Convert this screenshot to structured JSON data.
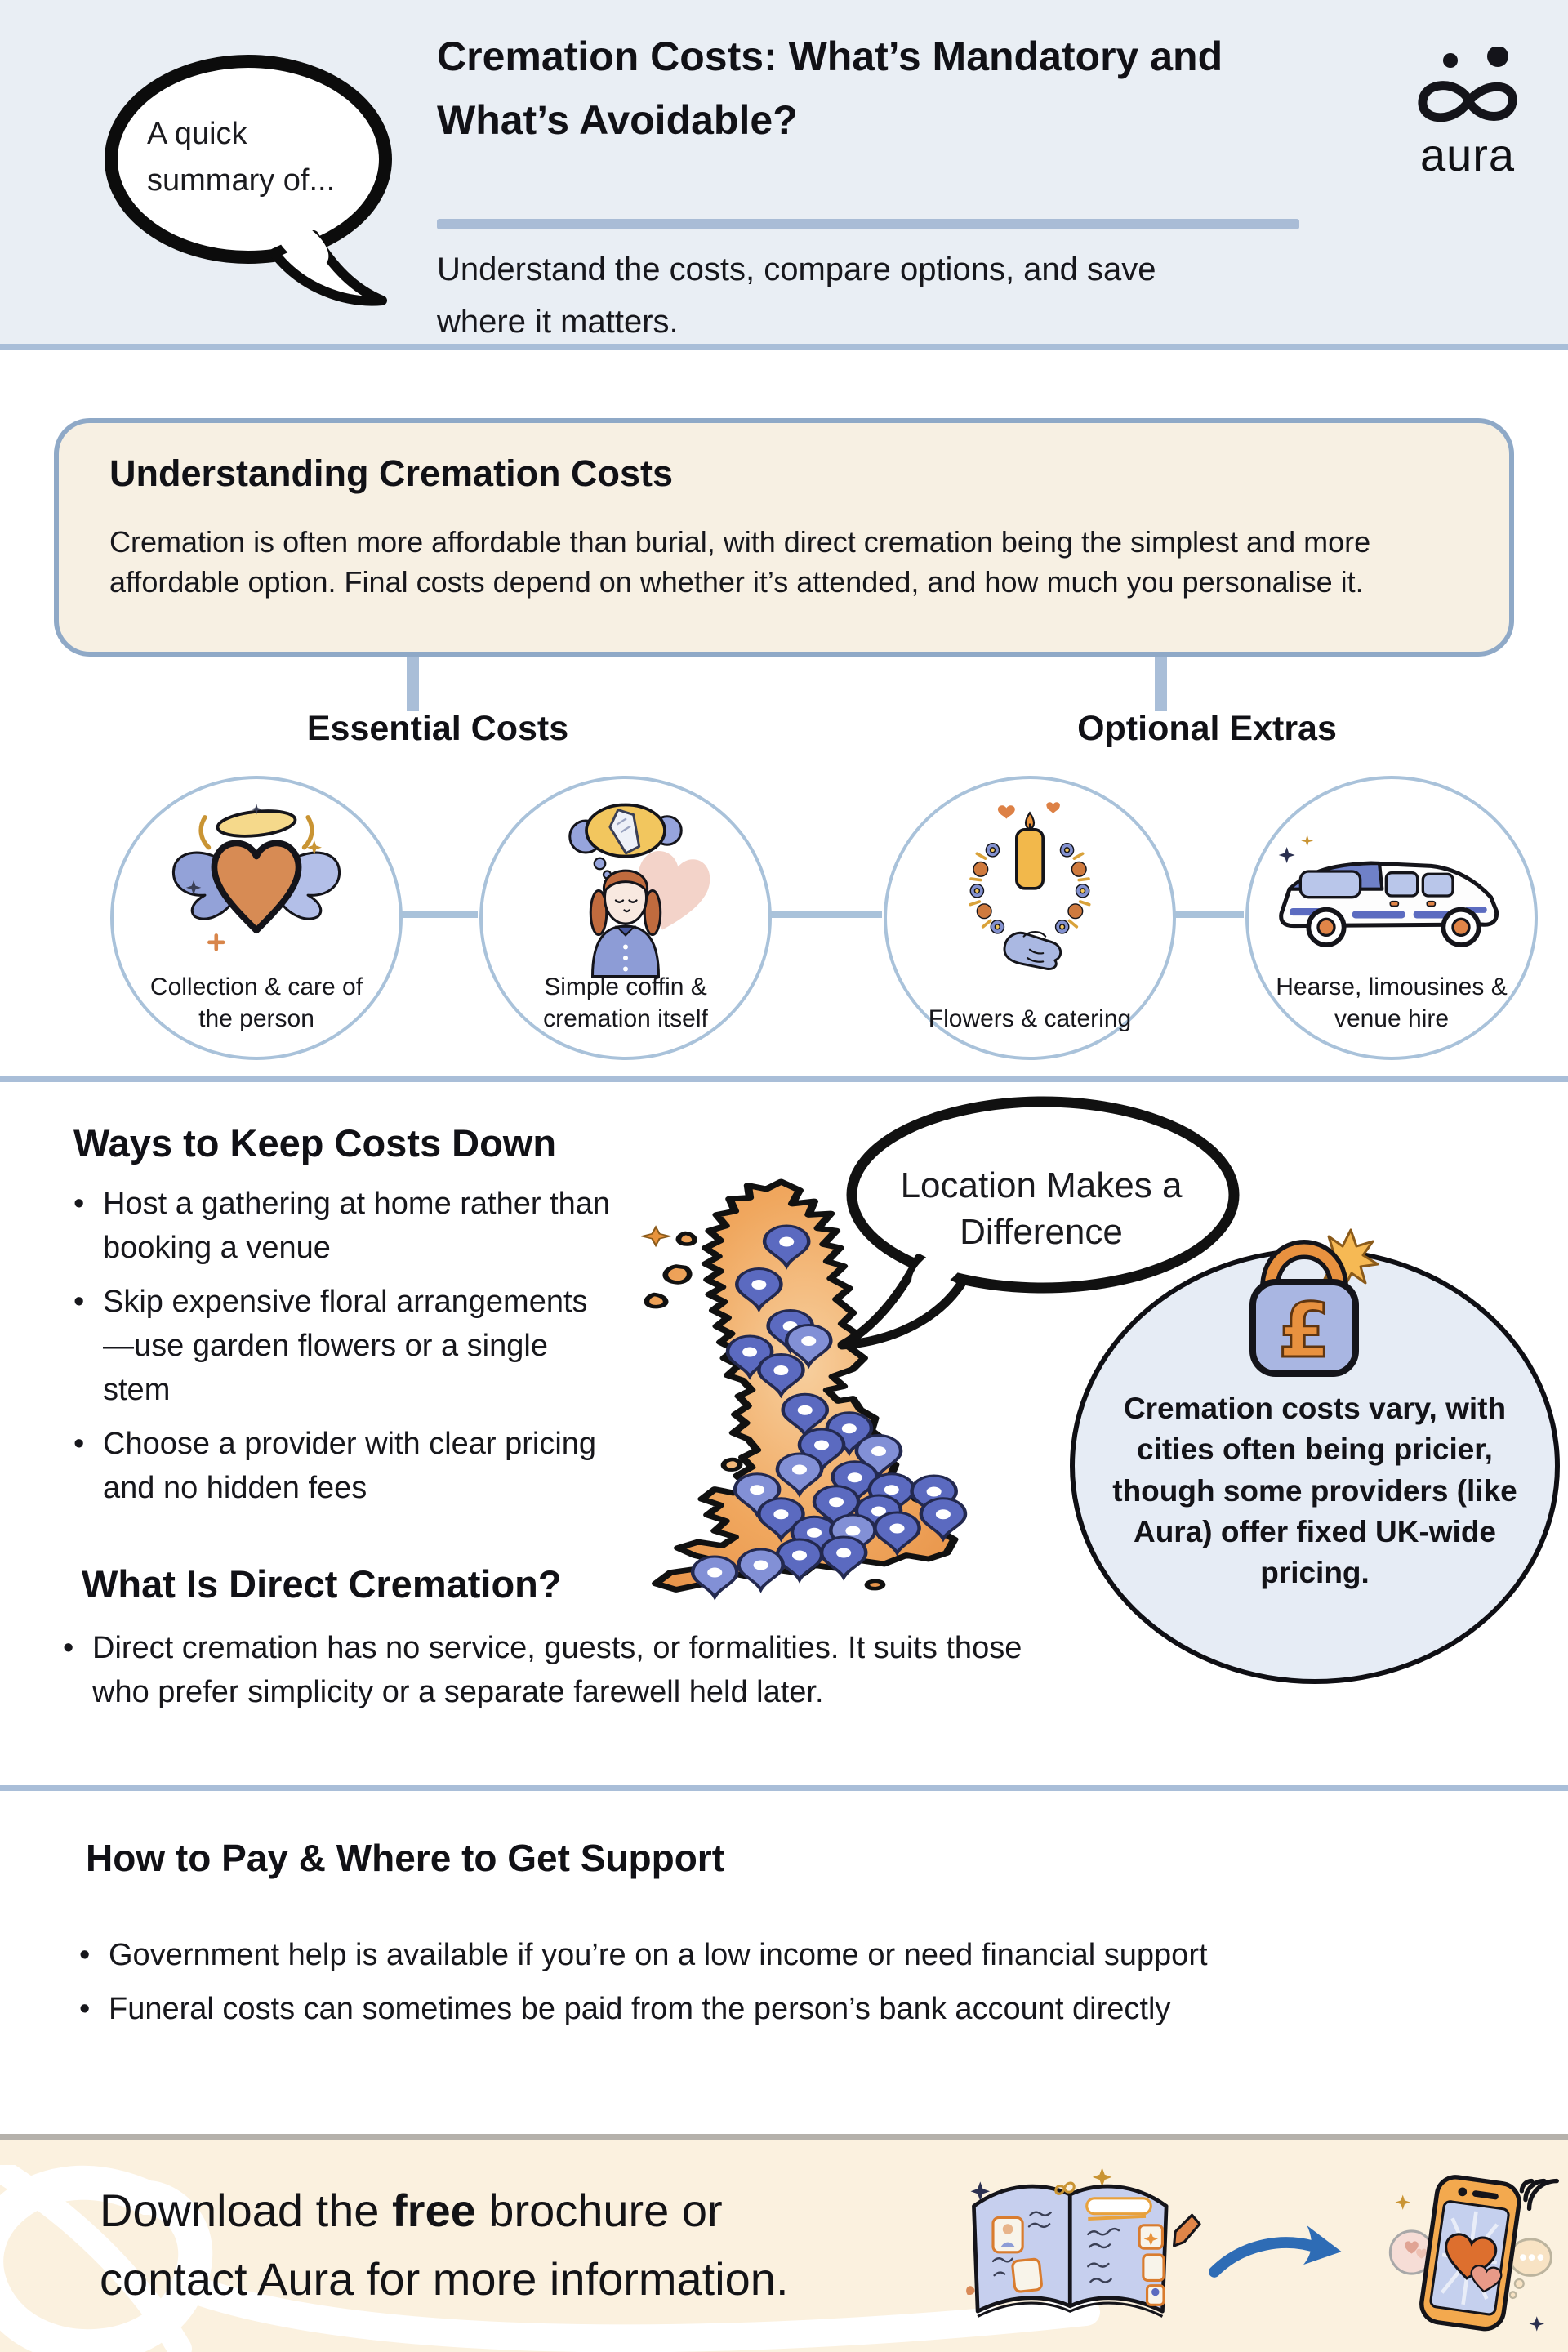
{
  "colors": {
    "header_bg": "#e9eef4",
    "divider_blue": "#a9bed8",
    "box_bg": "#f7f0e3",
    "box_border": "#8fa9c7",
    "circle_border": "#a9c2da",
    "pin_indigo": "#5b6ac0",
    "map_orange": "#f0a75e",
    "note_circle_bg": "#e6ecf5",
    "footer_bg": "#fbf1df",
    "arrow_blue": "#2e6cb5"
  },
  "header": {
    "bubble_text": "A quick summary of...",
    "title": "Cremation Costs: What’s Mandatory and What’s Avoidable?",
    "subtitle": "Understand the costs, compare options, and save where it matters.",
    "logo_text": "aura"
  },
  "summary_box": {
    "heading": "Understanding Cremation Costs",
    "body": "Cremation is often more affordable than burial, with direct cremation being the simplest and more affordable option. Final costs depend on whether it’s attended, and how much you personalise it."
  },
  "essential": {
    "heading": "Essential Costs",
    "items": [
      {
        "label": "Collection & care of the person",
        "icon": "winged-heart-icon"
      },
      {
        "label": "Simple coffin & cremation itself",
        "icon": "coffin-thought-icon"
      }
    ]
  },
  "optional": {
    "heading": "Optional Extras",
    "items": [
      {
        "label": "Flowers & catering",
        "icon": "candle-wreath-icon"
      },
      {
        "label": "Hearse, limousines & venue hire",
        "icon": "hearse-icon"
      }
    ]
  },
  "ways": {
    "heading": "Ways to Keep Costs Down",
    "bullets": [
      "Host a gathering at home rather than booking a venue",
      "Skip expensive floral arrangements—use garden flowers or a single stem",
      "Choose a provider with clear pricing and no hidden fees"
    ]
  },
  "location": {
    "bubble_text": "Location Makes a Difference",
    "note": "Cremation costs vary, with cities often being pricier, though some providers (like Aura) offer fixed UK-wide pricing."
  },
  "direct": {
    "heading": "What Is Direct Cremation?",
    "bullet": "Direct cremation has no service, guests, or formalities. It suits those who prefer simplicity or a separate farewell held later."
  },
  "support": {
    "heading": "How to Pay & Where to Get Support",
    "bullets": [
      "Government help is available if you’re on a low income or need financial support",
      "Funeral costs can sometimes be paid from the person’s bank account directly"
    ]
  },
  "footer": {
    "text_before": "Download the ",
    "text_bold": "free",
    "text_after": " brochure or contact Aura for more information."
  },
  "icons": {
    "pound_symbol": "£",
    "logo": "aura-infinity-logo",
    "speech_bubble": "speech-bubble-icon",
    "essential_1": "winged-heart-icon",
    "essential_2": "coffin-thought-icon",
    "optional_1": "candle-wreath-icon",
    "optional_2": "hearse-icon",
    "map": "uk-map-pins-icon",
    "price_lock": "pound-padlock-icon",
    "brochure": "brochure-book-icon",
    "arrow": "curved-arrow-icon",
    "phone": "phone-hearts-icon"
  }
}
